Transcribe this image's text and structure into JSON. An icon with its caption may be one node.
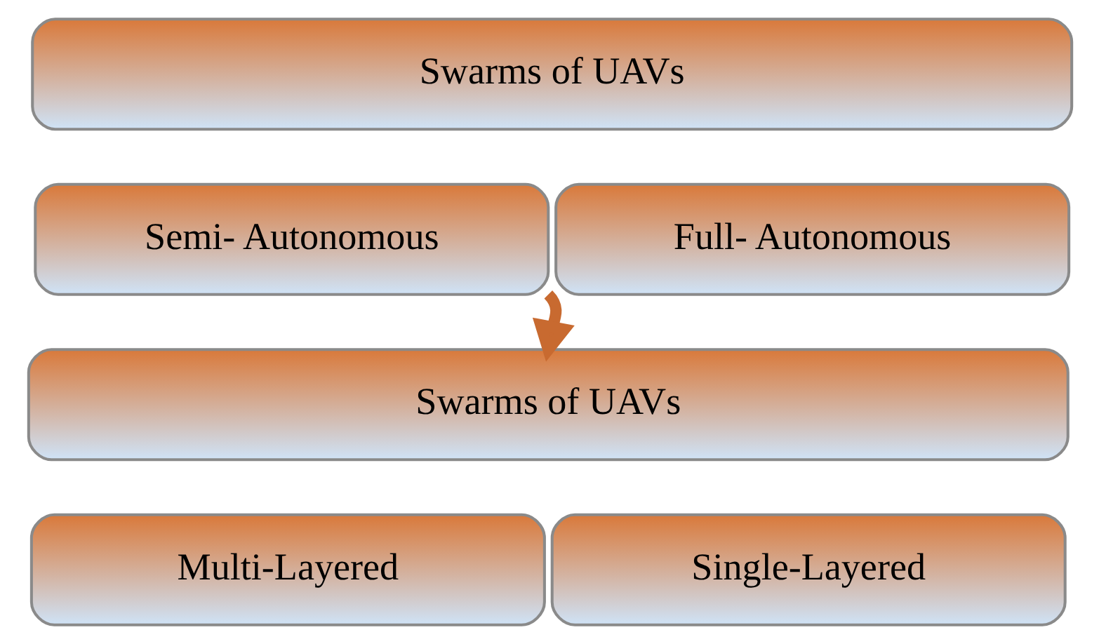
{
  "diagram": {
    "nodes": [
      {
        "text": [
          "Swarms of UAVs"
        ]
      },
      {
        "text": [
          "Semi- Autonomous"
        ]
      },
      {
        "text": [
          "Full- Autonomous"
        ]
      },
      {
        "text": [
          "Swarms of UAVs"
        ]
      },
      {
        "text": [
          "Multi-Layered"
        ]
      },
      {
        "text": [
          "Single-Layered"
        ]
      }
    ],
    "edges": [
      {
        "from": 1,
        "to": 3,
        "arrow": "to"
      }
    ]
  }
}
